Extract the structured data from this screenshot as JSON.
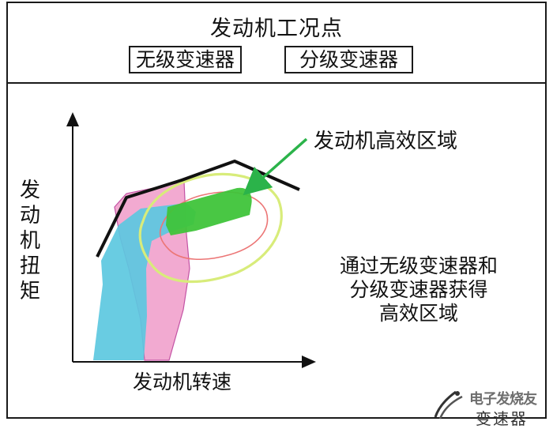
{
  "header": {
    "title": "发动机工况点",
    "options": [
      "无级变速器",
      "分级变速器"
    ]
  },
  "diagram": {
    "y_axis_label": "发动机扭矩",
    "x_axis_label": "发动机转速",
    "efficient_region_label": "发动机高效区域",
    "note_lines": [
      "通过无级变速器和",
      "分级变速器获得",
      "高效区域"
    ],
    "colors": {
      "torque_curve": "#111111",
      "cvt_area": "#f2a6cf",
      "stepped_area": "#5cc8e0",
      "efficient_core": "#3fc43a",
      "outer_contour": "#d8ec7a",
      "inner_contour": "#ec7676",
      "arrow": "#2bb34a"
    }
  },
  "watermark": {
    "text_top": "电子发烧友",
    "text_bottom": "变速器"
  }
}
